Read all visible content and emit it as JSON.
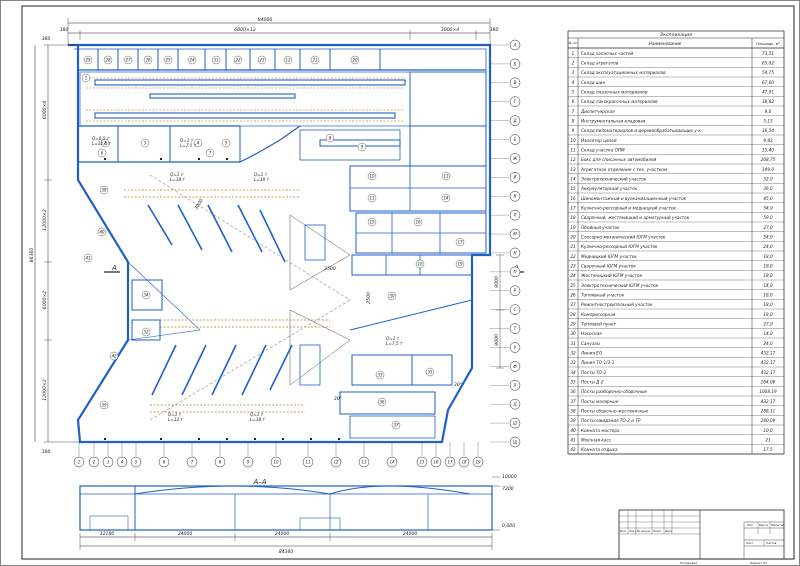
{
  "dimensions": {
    "top_total": "84000",
    "top_mid": "6000×12",
    "top_right": "3000×4",
    "top_left_small": "380",
    "top_right_small": "380",
    "left_total": "86360",
    "left_seg1": "6000×4",
    "left_seg2": "12000×2",
    "left_seg3": "6000×2",
    "left_seg4": "12000×2",
    "left_small_top": "380",
    "left_small_bottom": "380",
    "mid_9000_a": "9000",
    "mid_9000_b": "9000",
    "mid_2500": "2500",
    "mid_2500_b": "2500",
    "mid_3000": "3000",
    "angle_30": "30°",
    "angle_30_b": "30°"
  },
  "section": {
    "title": "А–А",
    "cut_left": "А",
    "cut_right": "А",
    "dims_bottom": [
      "12180",
      "24000",
      "24000",
      "24000"
    ],
    "total_bottom": "84360",
    "elev": [
      "10000",
      "7200",
      "0,000"
    ]
  },
  "crane_labels": [
    {
      "q": "Q=0,5 т",
      "l": "L=11,4 т"
    },
    {
      "q": "Q=1 т",
      "l": "L=7,5 т"
    },
    {
      "q": "Q=1 т",
      "l": "L=18 т"
    },
    {
      "q": "Q=1 т",
      "l": "L=18 т"
    },
    {
      "q": "Q=1 т",
      "l": "L=7,5 т"
    },
    {
      "q": "Q=1 т",
      "l": "L=12 т"
    },
    {
      "q": "Q=1 т",
      "l": "L=18 т"
    }
  ],
  "axis_bottom": [
    "1",
    "2",
    "3",
    "4",
    "5",
    "6",
    "7",
    "8",
    "9",
    "10",
    "11",
    "12",
    "13",
    "14",
    "15",
    "16",
    "17",
    "18",
    "19"
  ],
  "axis_right": [
    "А",
    "Б",
    "В",
    "Г",
    "Д",
    "Е",
    "Ж",
    "И",
    "К",
    "Л",
    "М",
    "Н",
    "П",
    "Р",
    "С",
    "Т",
    "У",
    "Ф",
    "Х",
    "Ц",
    "Ш",
    "Щ"
  ],
  "explication": {
    "title": "Экспликация",
    "col_num": "№ п/п",
    "col_name": "Наименование",
    "col_area": "Площадь, м²",
    "rows": [
      [
        "1",
        "Склад запасных частей",
        "73,51"
      ],
      [
        "2",
        "Склад агрегатов",
        "65,02"
      ],
      [
        "3",
        "Склад эксплуатационных материалов",
        "54,75"
      ],
      [
        "4",
        "Склад шин",
        "67,60"
      ],
      [
        "5",
        "Склад смазочных материалов",
        "47,91"
      ],
      [
        "6",
        "Склад лакокрасочных материалов",
        "18,82"
      ],
      [
        "7",
        "Диспетчерская",
        "9,0"
      ],
      [
        "8",
        "Инструментальная кладовая",
        "5,13"
      ],
      [
        "9",
        "Склад пиломатериалов и деревообрабатывающих у-к",
        "16,54"
      ],
      [
        "10",
        "Изолятор цепей",
        "9,43"
      ],
      [
        "11",
        "Склад участка ОПМ",
        "15,40"
      ],
      [
        "12",
        "Бокс для списанных автомобилей",
        "208,75"
      ],
      [
        "13",
        "Агрегатное отделение с тех. участком",
        "199,0"
      ],
      [
        "14",
        "Электротехнический участок",
        "32,0"
      ],
      [
        "15",
        "Аккумуляторный участок",
        "36,0"
      ],
      [
        "16",
        "Шиномонтажный и вулканизационный участок",
        "45,0"
      ],
      [
        "17",
        "Кузнечно-рессорный и медницкий участок",
        "54,0"
      ],
      [
        "18",
        "Сварочный, жестяницкий и арматурный участок",
        "59,0"
      ],
      [
        "19",
        "Обойный участок",
        "27,0"
      ],
      [
        "20",
        "Слесарно-механический ЮГМ участок",
        "54,0"
      ],
      [
        "21",
        "Кузнечно-рессорный ЮГМ участок",
        "24,0"
      ],
      [
        "22",
        "Медницкий ЮГМ участок",
        "18,0"
      ],
      [
        "23",
        "Сварочный ЮГМ участок",
        "18,0"
      ],
      [
        "24",
        "Жестяницкий ЮГМ участок",
        "18,0"
      ],
      [
        "25",
        "Электротехнический ЮГМ участок",
        "14,0"
      ],
      [
        "26",
        "Топливный участок",
        "18,0"
      ],
      [
        "27",
        "Ремонтностроительный участок",
        "18,0"
      ],
      [
        "28",
        "Компрессорная",
        "18,0"
      ],
      [
        "29",
        "Тепловой пункт",
        "27,0"
      ],
      [
        "30",
        "Насосная",
        "14,0"
      ],
      [
        "31",
        "Санузлы",
        "24,0"
      ],
      [
        "32",
        "Линия ЕО",
        "432,17"
      ],
      [
        "33",
        "Линия ТО-1/3-1",
        "432,17"
      ],
      [
        "34",
        "Посты ТО-2",
        "432,17"
      ],
      [
        "35",
        "Посты Д-2",
        "164,06"
      ],
      [
        "36",
        "Посты разборочно-сборочные",
        "1008,19"
      ],
      [
        "37",
        "Посты малярные",
        "432,17"
      ],
      [
        "38",
        "Посты сборочно-жестяничные",
        "288,11"
      ],
      [
        "39",
        "Посты ожидания ТО-2 и ТР",
        "240,09"
      ],
      [
        "40",
        "Комната мастера",
        "10,0"
      ],
      [
        "41",
        "Моечная касс",
        "21"
      ],
      [
        "42",
        "Комната отдыха",
        "17,5"
      ]
    ]
  },
  "stamp": {
    "labels": [
      "Изм.",
      "Лист",
      "№ докум.",
      "Подп.",
      "Дата",
      "Лит.",
      "Масса",
      "Масштаб",
      "Лист",
      "Листов"
    ],
    "bottom_left": "Копировал",
    "bottom_right": "Формат A1"
  },
  "room_numbers": [
    "29",
    "28",
    "27",
    "26",
    "25",
    "24",
    "31",
    "22",
    "23",
    "12",
    "21",
    "20",
    "1",
    "2",
    "3",
    "4",
    "5",
    "6",
    "7",
    "8",
    "9",
    "10",
    "11",
    "13",
    "14",
    "15",
    "16",
    "17",
    "18",
    "19",
    "30",
    "33",
    "35",
    "36",
    "37",
    "38",
    "39",
    "32",
    "34",
    "40",
    "41",
    "42"
  ]
}
